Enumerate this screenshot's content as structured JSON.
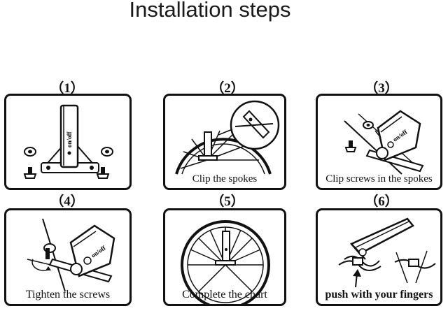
{
  "title": "Installation steps",
  "steps": [
    {
      "number": "（1）",
      "caption": "",
      "switch_label": "on/off"
    },
    {
      "number": "（2）",
      "caption": "Clip the spokes"
    },
    {
      "number": "（3）",
      "caption": "Clip screws in the spokes",
      "switch_label": "on/off"
    },
    {
      "number": "（4）",
      "caption": "Tighten  the screws",
      "switch_label": "on/off"
    },
    {
      "number": "（5）",
      "caption": "Complete the chart"
    },
    {
      "number": "（6）",
      "caption": "push with your fingers"
    }
  ]
}
